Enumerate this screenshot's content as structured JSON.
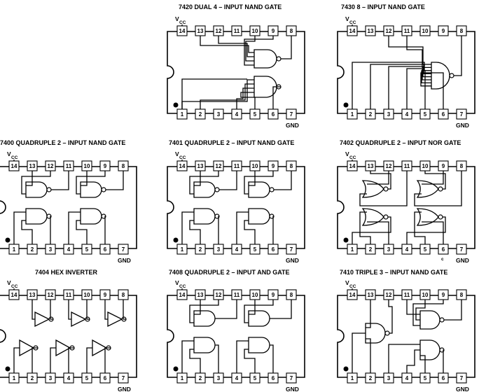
{
  "diagram": {
    "chips": [
      {
        "id": "7420",
        "title": "7420 DUAL 4 – INPUT NAND GATE",
        "vcc_label": "V",
        "vcc_sub": "CC",
        "gnd_label": "GND",
        "extra_label": "",
        "top_pins": [
          "14",
          "13",
          "12",
          "11",
          "10",
          "9",
          "8"
        ],
        "bottom_pins": [
          "1",
          "2",
          "3",
          "4",
          "5",
          "6",
          "7"
        ],
        "gates": [
          {
            "type": "nand",
            "inputs": [
              "13",
              "12",
              "10",
              "9"
            ],
            "output": "8"
          },
          {
            "type": "nand",
            "inputs": [
              "1",
              "2",
              "4",
              "5"
            ],
            "output": "6"
          }
        ]
      },
      {
        "id": "7430",
        "title": "7430 8 – INPUT NAND GATE",
        "vcc_label": "V",
        "vcc_sub": "CC",
        "gnd_label": "GND",
        "extra_label": "",
        "top_pins": [
          "14",
          "13",
          "12",
          "11",
          "10",
          "9",
          "8"
        ],
        "bottom_pins": [
          "1",
          "2",
          "3",
          "4",
          "5",
          "6",
          "7"
        ],
        "gates": [
          {
            "type": "nand",
            "inputs": [
              "1",
              "2",
              "3",
              "4",
              "5",
              "6",
              "11",
              "12"
            ],
            "output": "8"
          }
        ]
      },
      {
        "id": "7400",
        "title": "7400 QUADRUPLE 2 – INPUT NAND GATE",
        "vcc_label": "V",
        "vcc_sub": "CC",
        "gnd_label": "GND",
        "extra_label": "",
        "top_pins": [
          "14",
          "13",
          "12",
          "11",
          "10",
          "9",
          "8"
        ],
        "bottom_pins": [
          "1",
          "2",
          "3",
          "4",
          "5",
          "6",
          "7"
        ],
        "gates": [
          {
            "type": "nand",
            "inputs": [
              "13",
              "12"
            ],
            "output": "11"
          },
          {
            "type": "nand",
            "inputs": [
              "10",
              "9"
            ],
            "output": "8"
          },
          {
            "type": "nand",
            "inputs": [
              "1",
              "2"
            ],
            "output": "3"
          },
          {
            "type": "nand",
            "inputs": [
              "4",
              "5"
            ],
            "output": "6"
          }
        ]
      },
      {
        "id": "7401",
        "title": "7401 QUADRUPLE 2 – INPUT NAND GATE",
        "vcc_label": "V",
        "vcc_sub": "CC",
        "gnd_label": "GND",
        "extra_label": "",
        "top_pins": [
          "14",
          "13",
          "12",
          "11",
          "10",
          "9",
          "8"
        ],
        "bottom_pins": [
          "1",
          "2",
          "3",
          "4",
          "5",
          "6",
          "7"
        ],
        "gates": [
          {
            "type": "nand",
            "inputs": [
              "13",
              "12"
            ],
            "output": "11"
          },
          {
            "type": "nand",
            "inputs": [
              "10",
              "9"
            ],
            "output": "8"
          },
          {
            "type": "nand",
            "inputs": [
              "1",
              "2"
            ],
            "output": "3"
          },
          {
            "type": "nand",
            "inputs": [
              "4",
              "5"
            ],
            "output": "6"
          }
        ]
      },
      {
        "id": "7402",
        "title": "7402 QUADRUPLE 2 – INPUT NOR GATE",
        "vcc_label": "V",
        "vcc_sub": "CC",
        "gnd_label": "GND",
        "extra_label": "c",
        "top_pins": [
          "14",
          "13",
          "12",
          "11",
          "10",
          "9",
          "8"
        ],
        "bottom_pins": [
          "1",
          "2",
          "3",
          "4",
          "5",
          "6",
          "7"
        ],
        "gates": [
          {
            "type": "nor",
            "inputs": [
              "12",
              "11"
            ],
            "output": "13"
          },
          {
            "type": "nor",
            "inputs": [
              "9",
              "8"
            ],
            "output": "10"
          },
          {
            "type": "nor",
            "inputs": [
              "2",
              "3"
            ],
            "output": "1"
          },
          {
            "type": "nor",
            "inputs": [
              "5",
              "6"
            ],
            "output": "4"
          }
        ]
      },
      {
        "id": "7404",
        "title": "7404 HEX  INVERTER",
        "vcc_label": "V",
        "vcc_sub": "CC",
        "gnd_label": "GND",
        "extra_label": "",
        "top_pins": [
          "14",
          "13",
          "12",
          "11",
          "10",
          "9",
          "8"
        ],
        "bottom_pins": [
          "1",
          "2",
          "3",
          "4",
          "5",
          "6",
          "7"
        ],
        "gates": [
          {
            "type": "not",
            "inputs": [
              "13"
            ],
            "output": "12"
          },
          {
            "type": "not",
            "inputs": [
              "11"
            ],
            "output": "10"
          },
          {
            "type": "not",
            "inputs": [
              "9"
            ],
            "output": "8"
          },
          {
            "type": "not",
            "inputs": [
              "1"
            ],
            "output": "2"
          },
          {
            "type": "not",
            "inputs": [
              "3"
            ],
            "output": "4"
          },
          {
            "type": "not",
            "inputs": [
              "5"
            ],
            "output": "6"
          }
        ]
      },
      {
        "id": "7408",
        "title": "7408 QUADRUPLE 2 – INPUT AND GATE",
        "vcc_label": "V",
        "vcc_sub": "CC",
        "gnd_label": "GND",
        "extra_label": "",
        "top_pins": [
          "14",
          "13",
          "12",
          "11",
          "10",
          "9",
          "8"
        ],
        "bottom_pins": [
          "1",
          "2",
          "3",
          "4",
          "5",
          "6",
          "7"
        ],
        "gates": [
          {
            "type": "and",
            "inputs": [
              "13",
              "12"
            ],
            "output": "11"
          },
          {
            "type": "and",
            "inputs": [
              "10",
              "9"
            ],
            "output": "8"
          },
          {
            "type": "and",
            "inputs": [
              "1",
              "2"
            ],
            "output": "3"
          },
          {
            "type": "and",
            "inputs": [
              "4",
              "5"
            ],
            "output": "6"
          }
        ]
      },
      {
        "id": "7410",
        "title": "7410 TRIPLE 3 – INPUT NAND GATE",
        "vcc_label": "V",
        "vcc_sub": "CC",
        "gnd_label": "GND",
        "extra_label": "",
        "top_pins": [
          "14",
          "13",
          "12",
          "11",
          "10",
          "9",
          "8"
        ],
        "bottom_pins": [
          "1",
          "2",
          "3",
          "4",
          "5",
          "6",
          "7"
        ],
        "gates": [
          {
            "type": "nand",
            "inputs": [
              "1",
              "2",
              "13"
            ],
            "output": "12"
          },
          {
            "type": "nand",
            "inputs": [
              "11",
              "10",
              "9"
            ],
            "output": "8"
          },
          {
            "type": "nand",
            "inputs": [
              "3",
              "4",
              "5"
            ],
            "output": "6"
          }
        ]
      }
    ]
  }
}
